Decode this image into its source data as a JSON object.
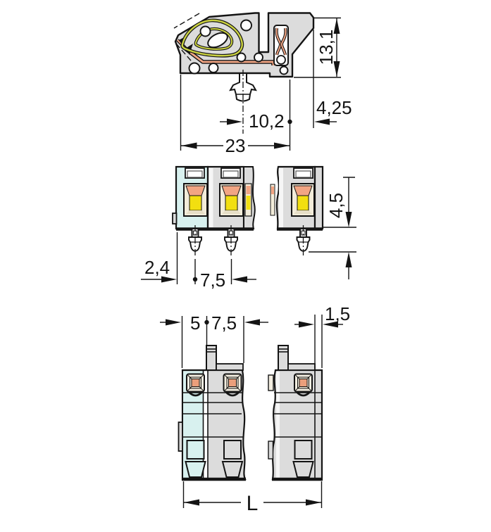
{
  "document": {
    "type": "technical dimensional drawing",
    "component": "terminal block with snap-in mounting foot, three orthographic views",
    "background": "#ffffff"
  },
  "colors": {
    "line": "#141414",
    "body_gray": "#dcdcdc",
    "first_pole_cyan": "#d8f1ef",
    "insert_cream": "#f2ecda",
    "clamp_orange": "#f2a583",
    "clamp_yellow": "#f2df10",
    "spring_green": "#ccd341"
  },
  "views": {
    "side": {
      "label": "side profile with cage clamp spring and snap-in foot",
      "dims": {
        "height": "13,1",
        "step": "4,25",
        "foot_to_edge": "10,2",
        "depth": "23"
      }
    },
    "front": {
      "label": "front elevation, poles with solder pins",
      "dims": {
        "pin_length": "4,5",
        "edge_to_pin": "2,4",
        "pitch": "7,5"
      }
    },
    "plan": {
      "label": "top plan view",
      "dims": {
        "end_offset": "5",
        "pitch": "7,5",
        "end_plate": "1,5",
        "length": "L"
      }
    }
  }
}
